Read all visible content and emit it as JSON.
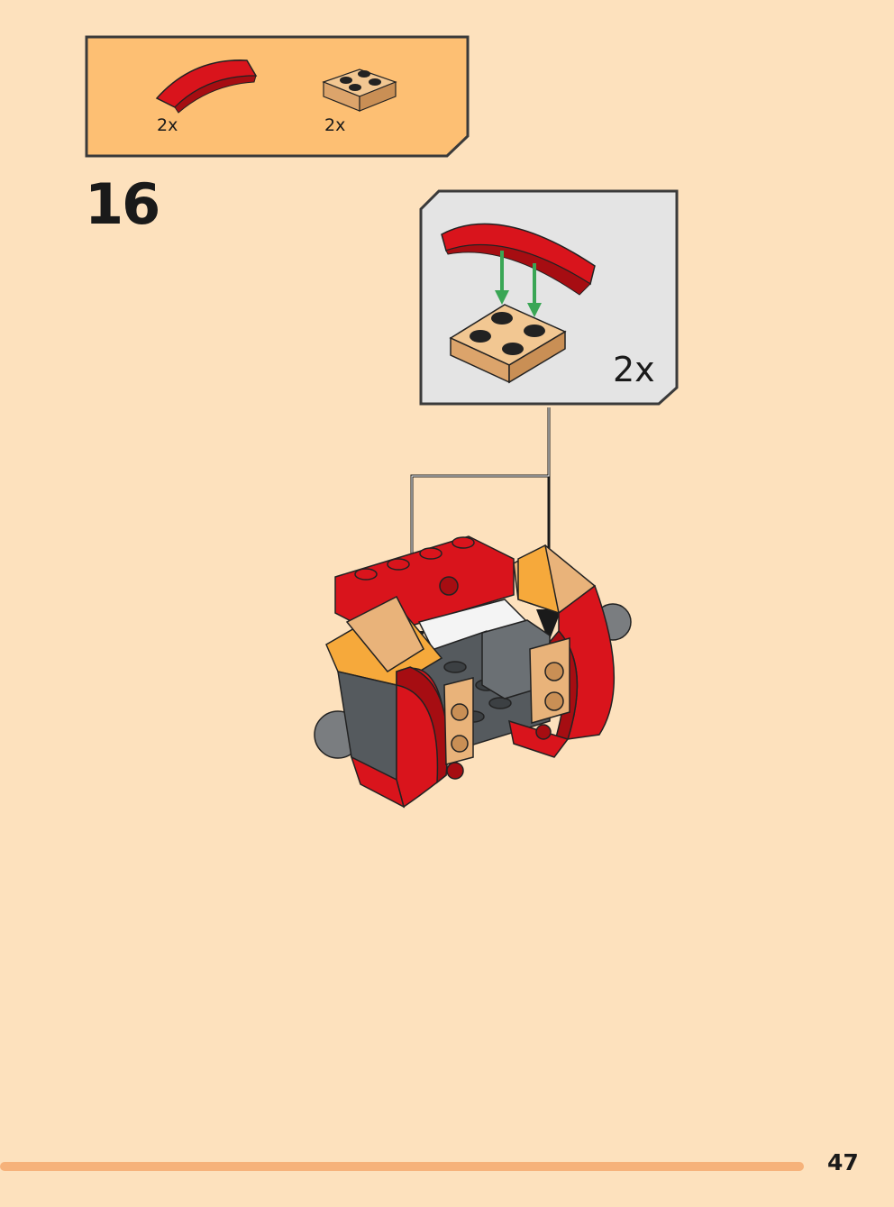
{
  "parts_list": {
    "items": [
      {
        "icon": "red-curved-slope-icon",
        "qty": "2x"
      },
      {
        "icon": "tan-plate-2x2-icon",
        "qty": "2x"
      }
    ]
  },
  "step": {
    "number": "16"
  },
  "sub_assembly": {
    "qty": "2x"
  },
  "page": {
    "number": "47"
  },
  "colors": {
    "background": "#fde1bd",
    "red": "#d9141c",
    "tan": "#e9b37a",
    "dark_gray": "#555a5e",
    "arrow_green": "#3aa655",
    "progress": "#f6b27a"
  }
}
